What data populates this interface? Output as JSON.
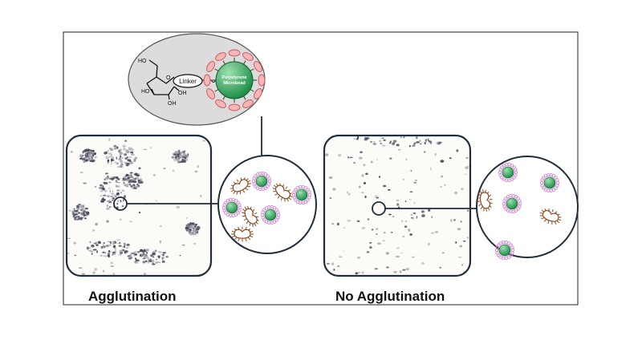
{
  "figure": {
    "captions": {
      "left": "Agglutination",
      "right": "No Agglutination"
    },
    "molecule": {
      "linker_label": "Linker",
      "bead_label_line1": "Polystyrene",
      "bead_label_line2": "Microbead",
      "hydroxyls": [
        "HO",
        "HO",
        "OH",
        "OH"
      ],
      "ring_oxygen": "O"
    },
    "colors": {
      "frame": "#222222",
      "panel_border": "#1f2d3d",
      "bead_fill": "#1f8f4a",
      "bead_highlight": "#9fe0b0",
      "ligand_halo": "#d98bd6",
      "ligand_dot": "#b06ab0",
      "bacteria_body": "#ffffff",
      "bacteria_outline": "#8a4a1c",
      "receptor_petal": "#f4b6b6",
      "receptor_outline": "#d05a5a",
      "ellipse_fill": "#dcdcdc",
      "speck_dark": "#4a4a5e",
      "speck_light": "#a7a7b2"
    }
  }
}
